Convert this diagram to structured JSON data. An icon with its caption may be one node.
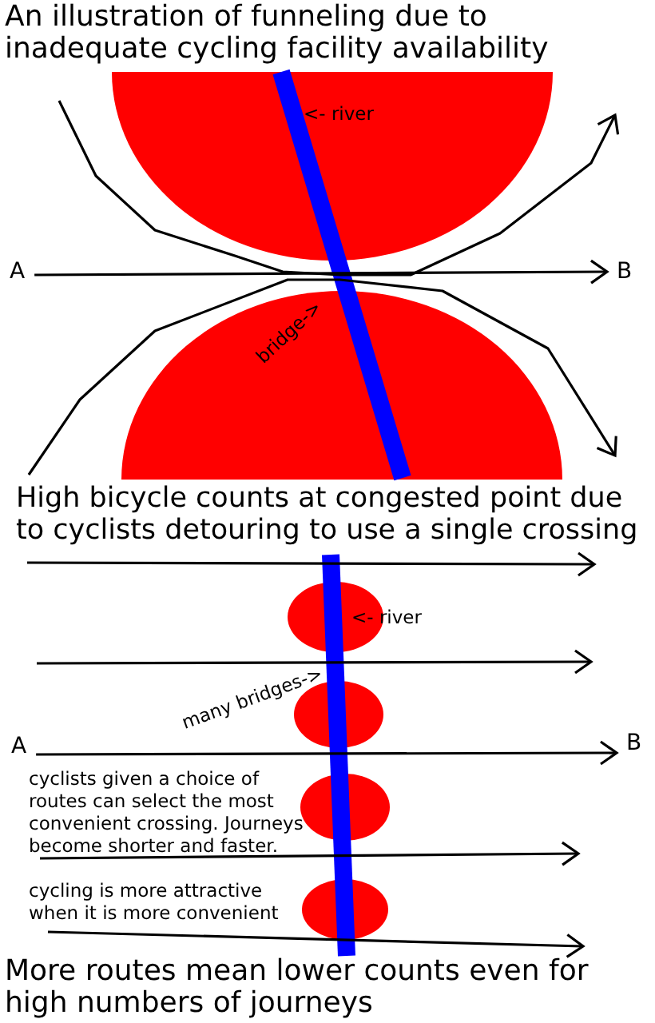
{
  "diagram": {
    "title": "An illustration of funneling due to inadequate cycling facility availability",
    "caption": "More routes mean lower counts even for high numbers of journeys",
    "nodes": [
      {
        "text": [
          "A"
        ]
      },
      {
        "text": [
          "B"
        ]
      },
      {
        "text": [
          "A"
        ]
      },
      {
        "text": [
          "B"
        ]
      }
    ],
    "edges": [
      {
        "from": 0,
        "to": 1,
        "arrow": "to"
      },
      {
        "from": 2,
        "to": 3,
        "arrow": "to"
      }
    ],
    "labels": [
      "<- river",
      "bridge->",
      "High bicycle counts at congested point due to cyclists detouring to use a single crossing",
      "<- river",
      "many bridges->",
      "cyclists given a choice of routes can select the most convenient crossing. Journeys become shorter and faster.",
      "cycling is more attractive when it is more convenient"
    ]
  }
}
